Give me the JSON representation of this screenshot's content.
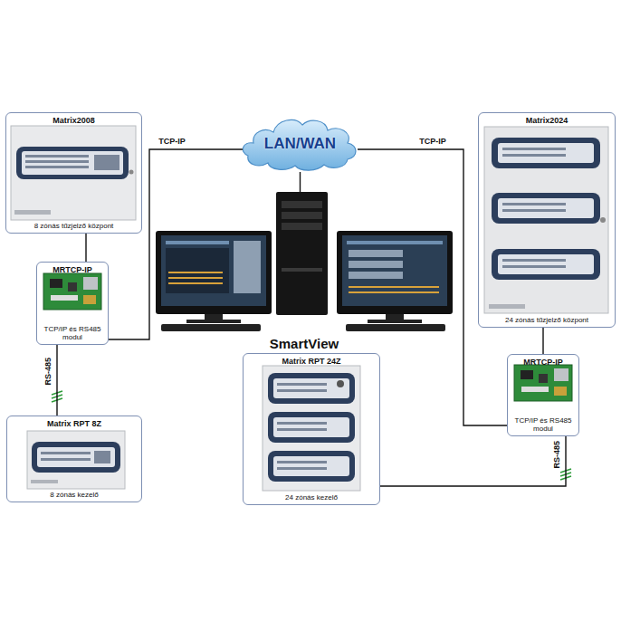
{
  "diagram": {
    "nodes": [
      {
        "text": [
          "Matrix2008",
          "8 zónás tűzjelző központ"
        ]
      },
      {
        "text": [
          "LAN/WAN"
        ]
      },
      {
        "text": [
          "Matrix2024",
          "24 zónás tűzjelző központ"
        ]
      },
      {
        "text": [
          "MRTCP-IP",
          "TCP/IP és RS485 modul"
        ]
      },
      {
        "text": [
          "SmartView"
        ]
      },
      {
        "text": [
          "MRTCP-IP",
          "TCP/IP és RS485 modul"
        ]
      },
      {
        "text": [
          "Matrix RPT 24Z",
          "24 zónás kezelő"
        ]
      },
      {
        "text": [
          "Matrix RPT 8Z",
          "8 zónás kezelő"
        ]
      }
    ],
    "edges": [
      {
        "from": 0,
        "to": 3,
        "arrow": "none"
      },
      {
        "from": 3,
        "to": 1,
        "label": "TCP-IP",
        "arrow": "none"
      },
      {
        "from": 1,
        "to": 4,
        "arrow": "none"
      },
      {
        "from": 1,
        "to": 5,
        "label": "TCP-IP",
        "arrow": "none"
      },
      {
        "from": 2,
        "to": 5,
        "arrow": "none"
      },
      {
        "from": 3,
        "to": 7,
        "label": "RS-485",
        "arrow": "none"
      },
      {
        "from": 5,
        "to": 6,
        "label": "RS-485",
        "arrow": "none"
      }
    ]
  }
}
